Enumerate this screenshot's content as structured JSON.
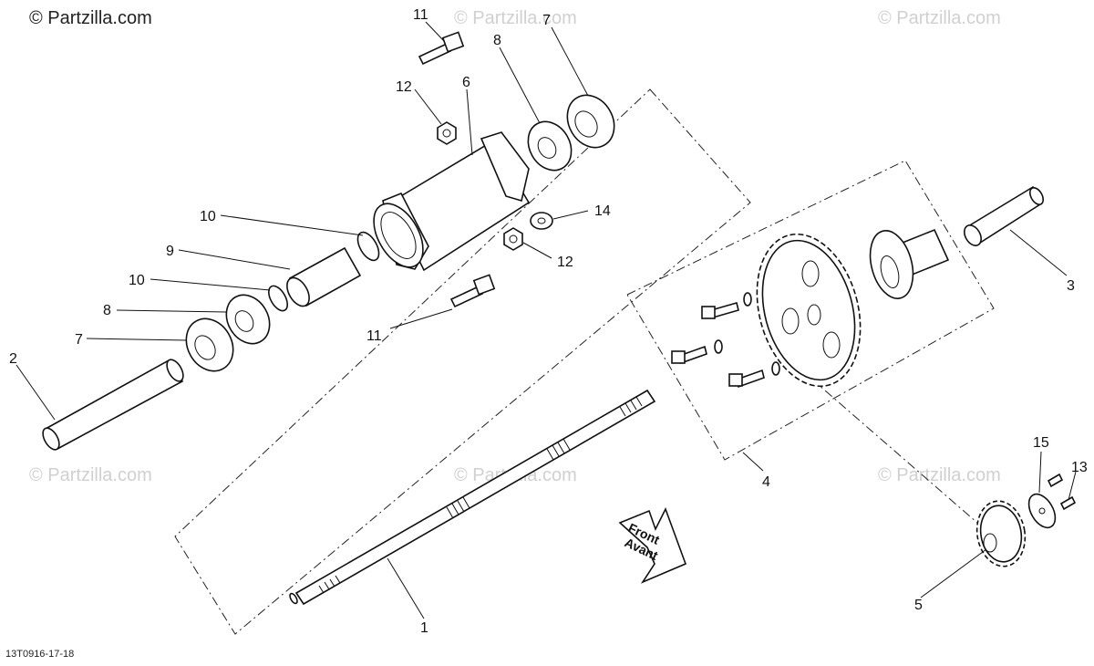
{
  "watermarks": {
    "main": "© Partzilla.com",
    "faint": "© Partzilla.com"
  },
  "diagram_code": "13T0916-17-18",
  "front_arrow": {
    "line1": "Front",
    "line2": "Avant"
  },
  "callouts": {
    "c1": "1",
    "c2": "2",
    "c3": "3",
    "c4": "4",
    "c5": "5",
    "c6": "6",
    "c7a": "7",
    "c7b": "7",
    "c8a": "8",
    "c8b": "8",
    "c9": "9",
    "c10a": "10",
    "c10b": "10",
    "c11a": "11",
    "c11b": "11",
    "c12a": "12",
    "c12b": "12",
    "c13": "13",
    "c14": "14",
    "c15": "15"
  },
  "colors": {
    "line": "#111111",
    "watermark": "#d0d0d0"
  }
}
